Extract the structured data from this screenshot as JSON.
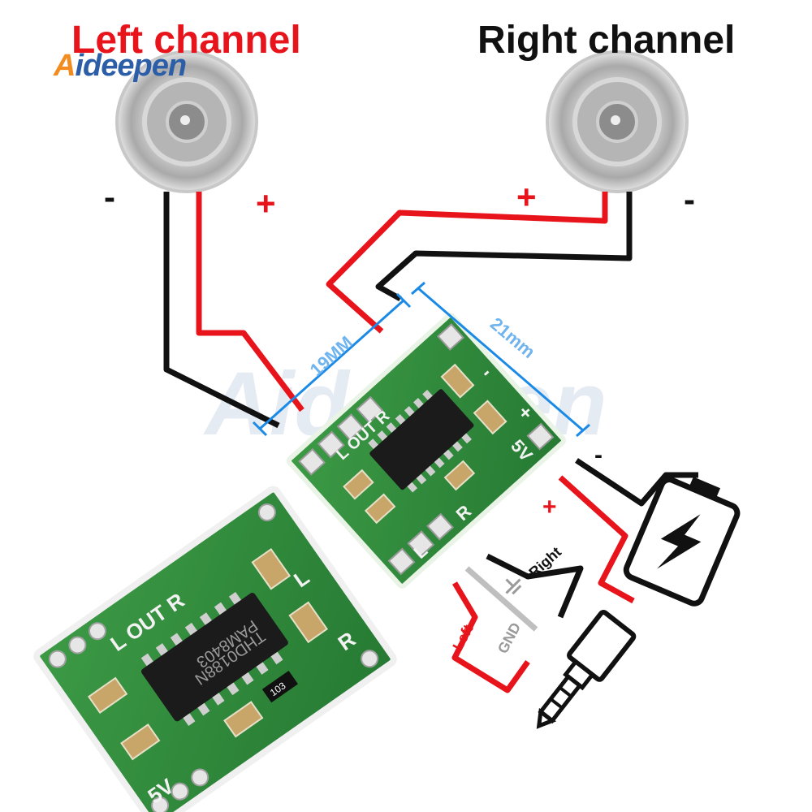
{
  "titles": {
    "left": "Left channel",
    "right": "Right channel"
  },
  "logo": {
    "first": "A",
    "rest": "ideepen"
  },
  "watermark": "Aideepen",
  "signs": {
    "minus": "-",
    "plus": "+"
  },
  "board": {
    "dim_width": "19MM",
    "dim_length": "21mm",
    "labels": {
      "lout": "L OUT R",
      "plus": "+",
      "minus": "-",
      "five_v": "5V",
      "l": "L",
      "r": "R"
    }
  },
  "small_board": {
    "lout": "L OUT R",
    "chip": [
      "PAM8403",
      "THD0188N"
    ],
    "res": "103",
    "five_v": "5V",
    "l": "L",
    "r": "R"
  },
  "wires": {
    "left": "Left",
    "gnd": "GND",
    "right": "Right"
  },
  "colors": {
    "red_wire": "#e8141c",
    "black_wire": "#111111",
    "gray_wire": "#bfbfbf",
    "pcb": "#2f8a3a",
    "dim_line": "#1a8ae6"
  }
}
